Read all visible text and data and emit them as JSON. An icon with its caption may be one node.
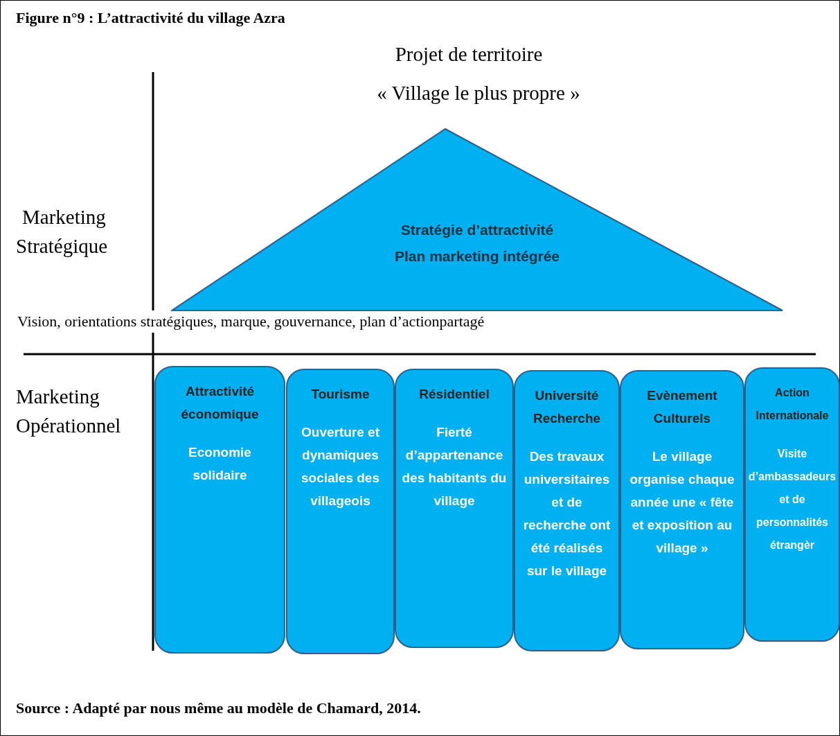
{
  "diagram": {
    "title": "Figure n°9 : L’attractivité du village Azra",
    "caption": "Source : Adapté par nous même au modèle de Chamard, 2014.",
    "nodes": [
      {
        "text": [
          "Stratégie d’attractivité",
          "Plan marketing intégrée"
        ]
      },
      {
        "text": [
          "Attractivité économique",
          "Economie solidaire"
        ]
      },
      {
        "text": [
          "Tourisme",
          "Ouverture et dynamiques sociales des villageois"
        ]
      },
      {
        "text": [
          "Résidentiel",
          "Fierté d’appartenance des habitants du village"
        ]
      },
      {
        "text": [
          "Université Recherche",
          "Des travaux universitaires et de recherche ont été réalisés sur le village"
        ]
      },
      {
        "text": [
          "Evènement Culturels",
          "Le village organise chaque année une « fête et exposition au village »"
        ]
      },
      {
        "text": [
          "Action Internationale",
          "Visite d’ambassadeurs et de personnalités étrangèr"
        ]
      }
    ],
    "labels": [
      "Projet de territoire",
      "« Village le plus propre »",
      "Marketing Stratégique",
      "Vision, orientations stratégiques, marque, gouvernance, plan d’actionpartagé",
      "Marketing Opérationnel"
    ]
  }
}
